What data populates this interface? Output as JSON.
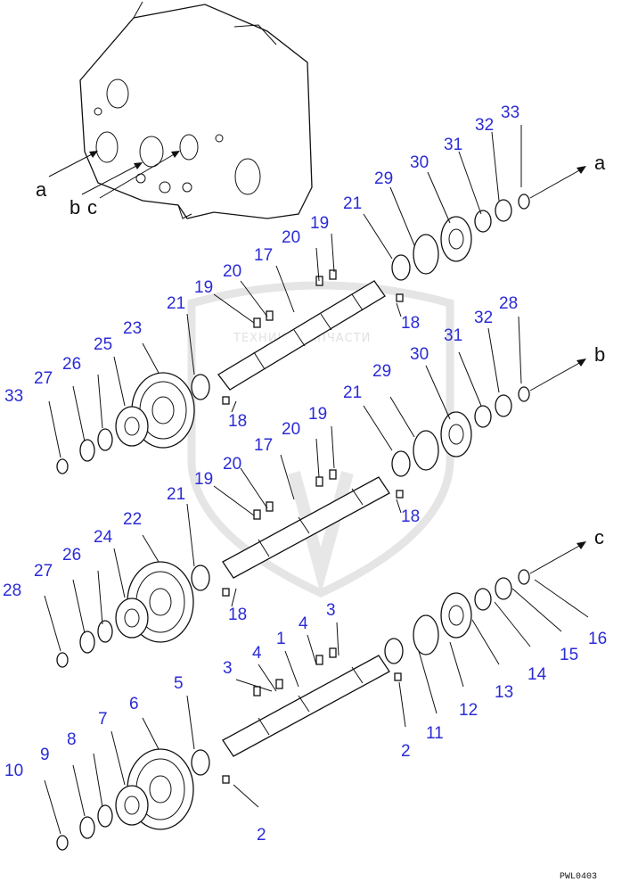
{
  "drawing": {
    "code": "PWL0403",
    "watermark_text": "ТЕХНИКА ЗАПЧАСТИ",
    "direction_letters": {
      "a_left": "a",
      "b_left": "b",
      "c_left": "c",
      "a_right": "a",
      "b_right": "b",
      "c_right": "c"
    },
    "callouts": [
      "33",
      "32",
      "31",
      "30",
      "29",
      "21",
      "19",
      "20",
      "17",
      "20",
      "19",
      "21",
      "18",
      "23",
      "25",
      "26",
      "27",
      "33",
      "18",
      "28",
      "32",
      "31",
      "30",
      "29",
      "21",
      "19",
      "20",
      "17",
      "20",
      "19",
      "21",
      "18",
      "22",
      "24",
      "26",
      "27",
      "28",
      "18",
      "3",
      "4",
      "1",
      "4",
      "3",
      "5",
      "6",
      "7",
      "8",
      "9",
      "10",
      "2",
      "2",
      "11",
      "12",
      "13",
      "14",
      "15",
      "16"
    ]
  }
}
